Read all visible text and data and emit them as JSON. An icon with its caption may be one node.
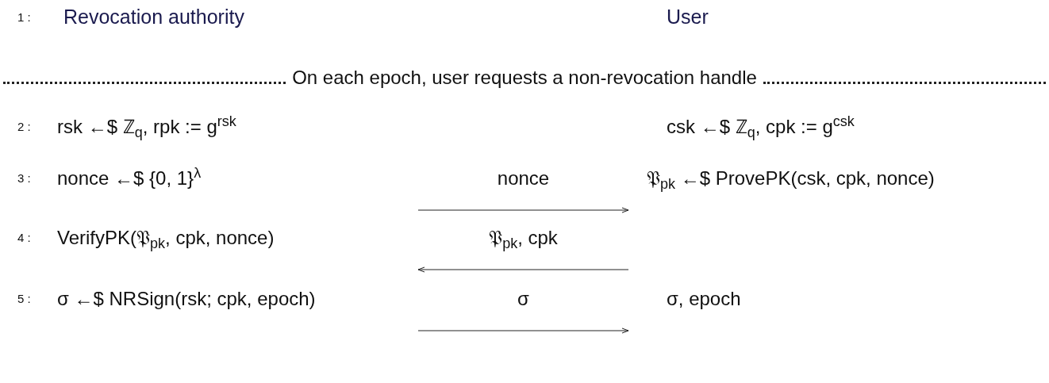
{
  "diagram": {
    "labels": [
      "1 :",
      "Revocation authority",
      "User",
      "On each epoch, user requests a non-revocation handle",
      "2 :",
      "rsk ←$ ℤ$_{q}$, rpk := g$^{rsk}$",
      "csk ←$ ℤ$_{q}$, cpk := g$^{csk}$",
      "3 :",
      "nonce ←$ {0, 1}$^{λ}$",
      "nonce",
      "𝔓$_{pk}$ ←$ ProvePK(csk, cpk, nonce)",
      "4 :",
      "VerifyPK(𝔓$_{pk}$, cpk, nonce)",
      "𝔓$_{pk}$, cpk",
      "5 :",
      "σ ←$ NRSign(rsk; cpk, epoch)",
      "σ",
      "σ, epoch"
    ]
  }
}
